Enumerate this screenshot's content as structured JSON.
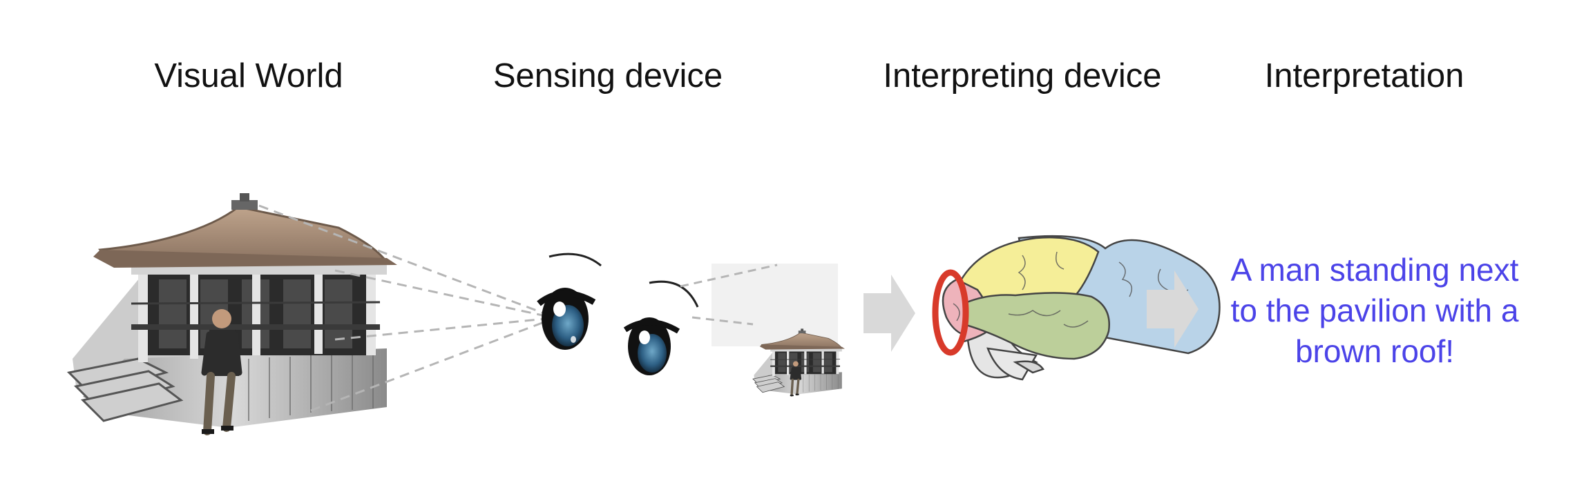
{
  "headings": {
    "visual_world": "Visual World",
    "sensing_device": "Sensing device",
    "interpreting_device": "Interpreting device",
    "interpretation": "Interpretation"
  },
  "interpretation_text": {
    "line1": "A man standing next",
    "line2": "to the pavilion with a",
    "line3": "brown roof!"
  },
  "colors": {
    "interpretation_text": "#4b43e8",
    "highlight_ring": "#d83a2a",
    "brain_frontal": "#b9d3e8",
    "brain_parietal": "#f5ee98",
    "brain_temporal": "#bccf9a",
    "brain_occipital": "#eeb3bb",
    "arrow": "#d9d9d9",
    "sight_lines": "#b5b5b5"
  }
}
